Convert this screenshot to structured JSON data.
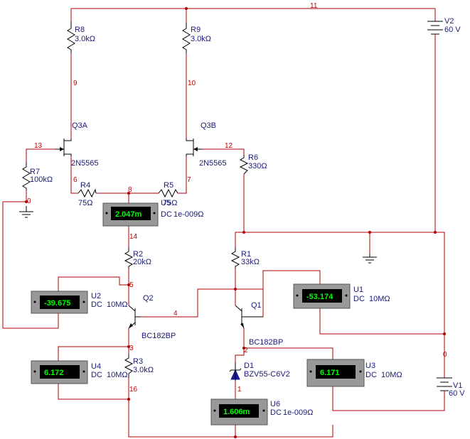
{
  "colors": {
    "wire": "#b00000",
    "component": "#000000",
    "label": "#1a1a7a",
    "net": "#c00000",
    "meter_body": "#999999",
    "meter_display": "#00ff00"
  },
  "components": {
    "R8": {
      "name": "R8",
      "value": "3.0kΩ"
    },
    "R9": {
      "name": "R9",
      "value": "3.0kΩ"
    },
    "R7": {
      "name": "R7",
      "value": "100kΩ"
    },
    "R4": {
      "name": "R4",
      "value": "75Ω"
    },
    "R5": {
      "name": "R5",
      "value": "75Ω"
    },
    "R6": {
      "name": "R6",
      "value": "330Ω"
    },
    "R2": {
      "name": "R2",
      "value": "20kΩ"
    },
    "R1": {
      "name": "R1",
      "value": "33kΩ"
    },
    "R3": {
      "name": "R3",
      "value": "3.0kΩ"
    },
    "Q3A": {
      "name": "Q3A",
      "model": "2N5565"
    },
    "Q3B": {
      "name": "Q3B",
      "model": "2N5565"
    },
    "Q2": {
      "name": "Q2",
      "model": "BC182BP"
    },
    "Q1": {
      "name": "Q1",
      "model": "BC182BP"
    },
    "D1": {
      "name": "D1",
      "model": "BZV55-C6V2"
    },
    "V2": {
      "name": "V2",
      "value": "60 V"
    },
    "V1": {
      "name": "V1",
      "value": "60 V"
    }
  },
  "meters": {
    "U5": {
      "name": "U5",
      "reading": "2.047m",
      "mode": "DC",
      "param": "1e-009Ω"
    },
    "U2": {
      "name": "U2",
      "reading": "-39.675",
      "mode": "DC",
      "param": "10MΩ"
    },
    "U1": {
      "name": "U1",
      "reading": "-53.174",
      "mode": "DC",
      "param": "10MΩ"
    },
    "U4": {
      "name": "U4",
      "reading": "6.172",
      "mode": "DC",
      "param": "10MΩ"
    },
    "U3": {
      "name": "U3",
      "reading": "6.171",
      "mode": "DC",
      "param": "10MΩ"
    },
    "U6": {
      "name": "U6",
      "reading": "1.606m",
      "mode": "DC",
      "param": "1e-009Ω"
    }
  },
  "nets": {
    "n11": "11",
    "n9": "9",
    "n10": "10",
    "n13": "13",
    "n12": "12",
    "n6": "6",
    "n7": "7",
    "n8": "8",
    "n0a": "0",
    "n0b": "0",
    "n14": "14",
    "n5": "5",
    "n4": "4",
    "n3": "3",
    "n16": "16",
    "n2": "2",
    "n1": "1"
  }
}
